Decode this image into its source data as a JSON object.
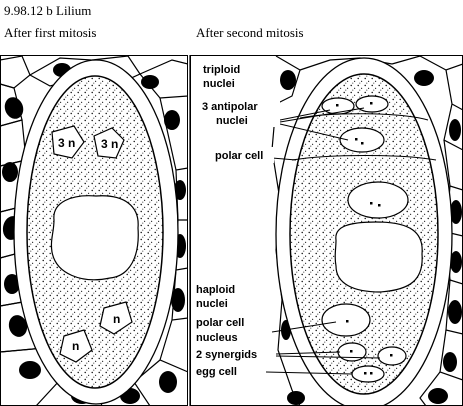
{
  "header": {
    "title": "9.98.12 b Lilium",
    "left_caption": "After first mitosis",
    "right_caption": "After second mitosis"
  },
  "left_panel": {
    "nucleus_labels": [
      "3 n",
      "3 n",
      "n",
      "n"
    ]
  },
  "right_panel": {
    "labels": {
      "triploid_1": "triploid",
      "triploid_2": "nuclei",
      "antipolar_1": "3 antipolar",
      "antipolar_2": "nuclei",
      "polar_cell": "polar cell",
      "haploid_1": "haploid",
      "haploid_2": "nuclei",
      "polar_nucleus_1": "polar cell",
      "polar_nucleus_2": "nucleus",
      "synergids": "2 synergids",
      "egg_cell": "egg cell"
    }
  }
}
